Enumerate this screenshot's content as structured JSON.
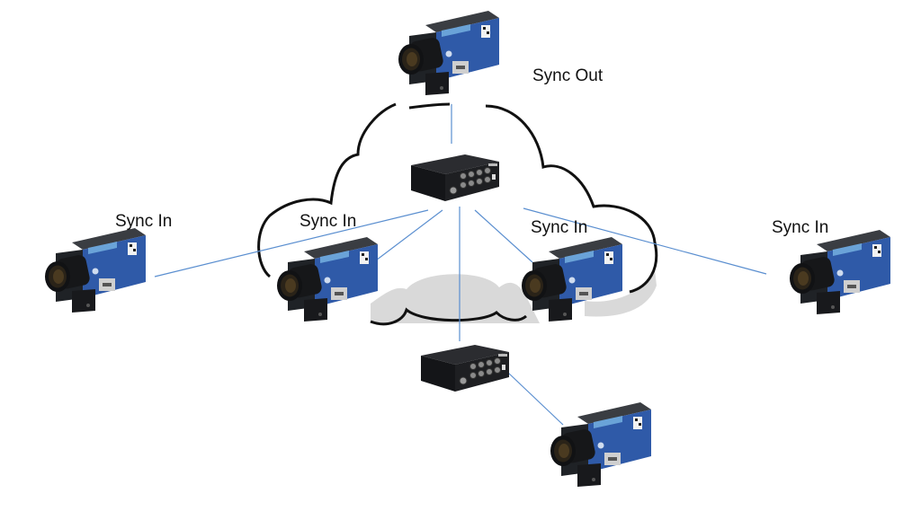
{
  "title": "Camera sync network diagram",
  "colors": {
    "link": "#5b8fd0",
    "cloud_outline": "#111111",
    "cloud_shadow": "#d9d9d9",
    "camera_body": "#23262b",
    "camera_panel": "#2f5aa8",
    "hub_body": "#1e1f22"
  },
  "labels": {
    "sync_out": "Sync Out",
    "sync_in_far_left": "Sync In",
    "sync_in_left": "Sync In",
    "sync_in_right": "Sync In",
    "sync_in_far_right": "Sync In"
  },
  "nodes": [
    {
      "id": "camera-master",
      "type": "camera",
      "role": "Sync Out"
    },
    {
      "id": "hub-main",
      "type": "sync-hub"
    },
    {
      "id": "camera-far-left",
      "type": "camera",
      "role": "Sync In"
    },
    {
      "id": "camera-left",
      "type": "camera",
      "role": "Sync In"
    },
    {
      "id": "camera-right",
      "type": "camera",
      "role": "Sync In"
    },
    {
      "id": "camera-far-right",
      "type": "camera",
      "role": "Sync In"
    },
    {
      "id": "hub-secondary",
      "type": "sync-hub"
    },
    {
      "id": "camera-bottom",
      "type": "camera",
      "role": ""
    }
  ],
  "edges": [
    {
      "from": "camera-master",
      "to": "hub-main"
    },
    {
      "from": "hub-main",
      "to": "camera-far-left"
    },
    {
      "from": "hub-main",
      "to": "camera-left"
    },
    {
      "from": "hub-main",
      "to": "camera-right"
    },
    {
      "from": "hub-main",
      "to": "camera-far-right"
    },
    {
      "from": "hub-main",
      "to": "hub-secondary"
    },
    {
      "from": "hub-secondary",
      "to": "camera-bottom"
    }
  ]
}
